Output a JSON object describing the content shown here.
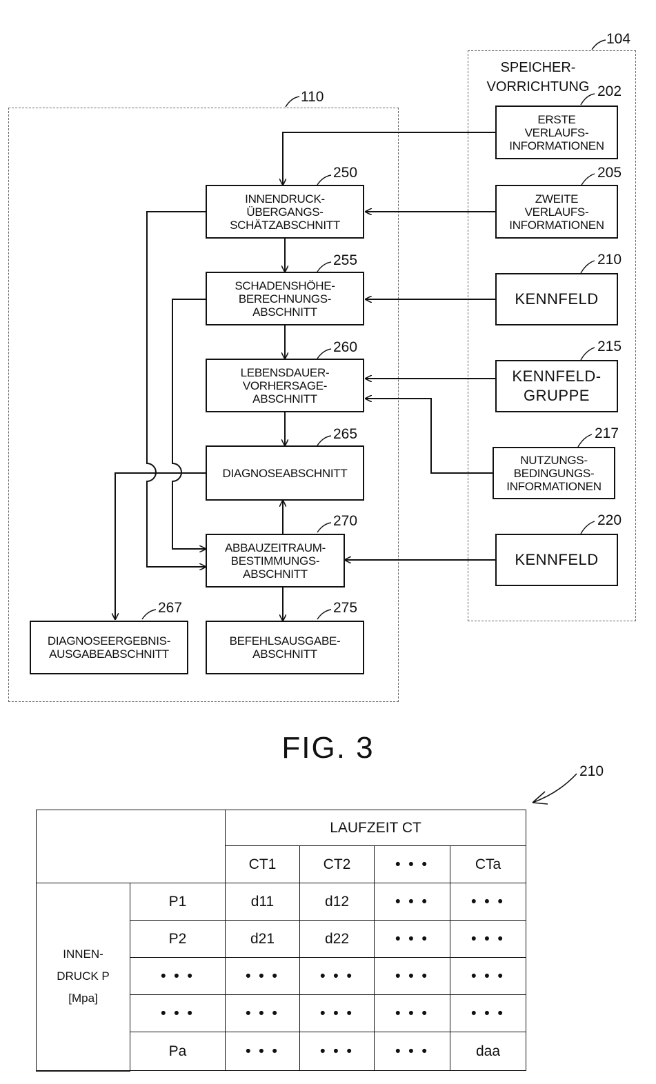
{
  "figure_label": "FIG. 3",
  "refs": {
    "r104": "104",
    "r110": "110",
    "r202": "202",
    "r205": "205",
    "r210": "210",
    "r215": "215",
    "r217": "217",
    "r220": "220",
    "r250": "250",
    "r255": "255",
    "r260": "260",
    "r265": "265",
    "r267": "267",
    "r270": "270",
    "r275": "275",
    "table_ref": "210"
  },
  "storage_label": "SPEICHER-\nVORRICHTUNG",
  "blocks": {
    "b250": "INNENDRUCK-\nÜBERGANGS-\nSCHÄTZABSCHNITT",
    "b255": "SCHADENSHÖHE-\nBERECHNUNGS-\nABSCHNITT",
    "b260": "LEBENSDAUER-\nVORHERSAGE-\nABSCHNITT",
    "b265": "DIAGNOSEABSCHNITT",
    "b270": "ABBAUZEITRAUM-\nBESTIMMUNGS-\nABSCHNITT",
    "b275": "BEFEHLSAUSGABE-\nABSCHNITT",
    "b267": "DIAGNOSEERGEBNIS-\nAUSGABEABSCHNITT",
    "b202": "ERSTE\nVERLAUFS-\nINFORMATIONEN",
    "b205": "ZWEITE\nVERLAUFS-\nINFORMATIONEN",
    "b210": "KENNFELD",
    "b215": "KENNFELD-\nGRUPPE",
    "b217": "NUTZUNGS-\nBEDINGUNGS-\nINFORMATIONEN",
    "b220": "KENNFELD"
  },
  "table": {
    "group_header": "LAUFZEIT CT",
    "col_headers": [
      "CT1",
      "CT2",
      "• • •",
      "CTa"
    ],
    "row_group_label": "INNEN-\nDRUCK P\n[Mpa]",
    "row_labels": [
      "P1",
      "P2",
      "• • •",
      "• • •",
      "Pa"
    ],
    "cells": [
      [
        "d11",
        "d12",
        "• • •",
        "• • •"
      ],
      [
        "d21",
        "d22",
        "• • •",
        "• • •"
      ],
      [
        "• • •",
        "• • •",
        "• • •",
        "• • •"
      ],
      [
        "• • •",
        "• • •",
        "• • •",
        "• • •"
      ],
      [
        "• • •",
        "• • •",
        "• • •",
        "daa"
      ]
    ]
  }
}
